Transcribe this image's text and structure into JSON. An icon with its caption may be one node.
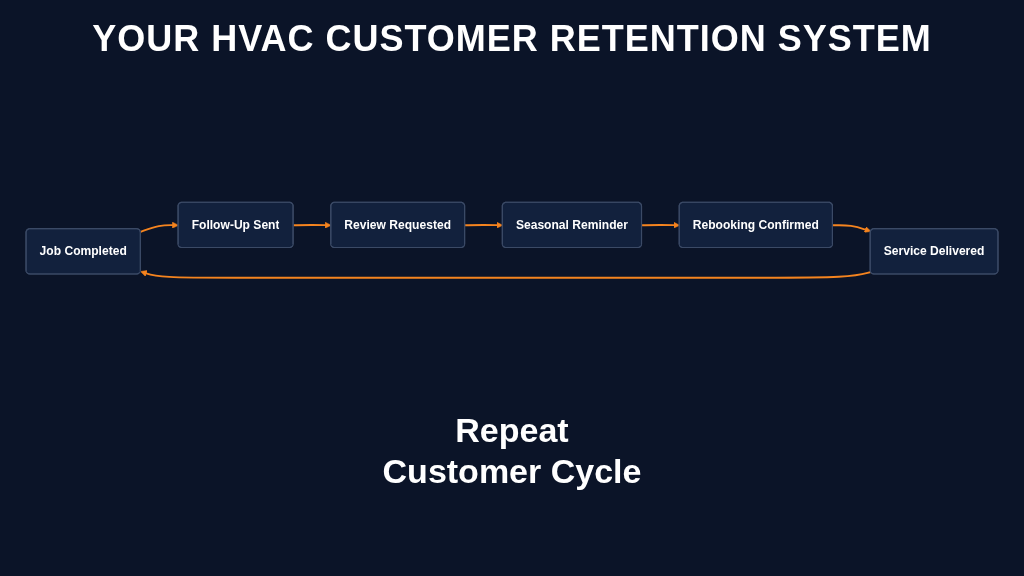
{
  "diagram": {
    "title": "YOUR HVAC CUSTOMER RETENTION SYSTEM",
    "nodes": [
      {
        "text": [
          "Job Completed"
        ]
      },
      {
        "text": [
          "Follow-Up Sent"
        ]
      },
      {
        "text": [
          "Review Requested"
        ]
      },
      {
        "text": [
          "Seasonal Reminder"
        ]
      },
      {
        "text": [
          "Rebooking Confirmed"
        ]
      },
      {
        "text": [
          "Service Delivered"
        ]
      }
    ],
    "edges": [
      {
        "from": 0,
        "to": 1,
        "arrow": "to"
      },
      {
        "from": 1,
        "to": 2,
        "arrow": "to"
      },
      {
        "from": 2,
        "to": 3,
        "arrow": "to"
      },
      {
        "from": 3,
        "to": 4,
        "arrow": "to"
      },
      {
        "from": 4,
        "to": 5,
        "arrow": "to"
      },
      {
        "from": 5,
        "to": 0,
        "arrow": "to"
      }
    ],
    "labels": [
      "Repeat Customer Cycle"
    ]
  }
}
